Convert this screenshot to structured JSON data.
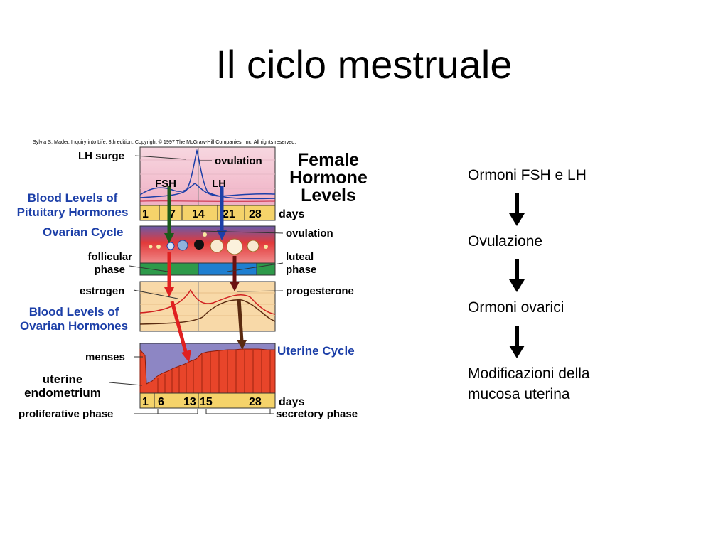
{
  "slide": {
    "title": "Il ciclo mestruale"
  },
  "figure": {
    "credit": "Sylvia S. Mader, Inquiry into Life, 8th edition. Copyright © 1997 The McGraw-Hill Companies, Inc. All rights reserved.",
    "heading": [
      "Female",
      "Hormone",
      "Levels"
    ],
    "lh_surge": "LH surge",
    "ovulation": "ovulation",
    "fsh": "FSH",
    "lh": "LH",
    "pituitary": [
      "Blood Levels of",
      "Pituitary Hormones"
    ],
    "top_days": [
      "1",
      "7",
      "14",
      "21",
      "28"
    ],
    "days": "days",
    "ovarian_cycle": "Ovarian Cycle",
    "follicular": [
      "follicular",
      "phase"
    ],
    "luteal": [
      "luteal",
      "phase"
    ],
    "estrogen": "estrogen",
    "progesterone": "progesterone",
    "ovarian_hormones": [
      "Blood Levels of",
      "Ovarian Hormones"
    ],
    "uterine_cycle": "Uterine Cycle",
    "menses": "menses",
    "endometrium": [
      "uterine",
      "endometrium"
    ],
    "bottom_days": [
      "1",
      "6",
      "13",
      "15",
      "28"
    ],
    "proliferative": "proliferative phase",
    "secretory": "secretory phase"
  },
  "flow": {
    "step1": "Ormoni FSH e LH",
    "step2": "Ovulazione",
    "step3": "Ormoni ovarici",
    "step4": [
      "Modificazioni della",
      "mucosa uterina"
    ]
  }
}
